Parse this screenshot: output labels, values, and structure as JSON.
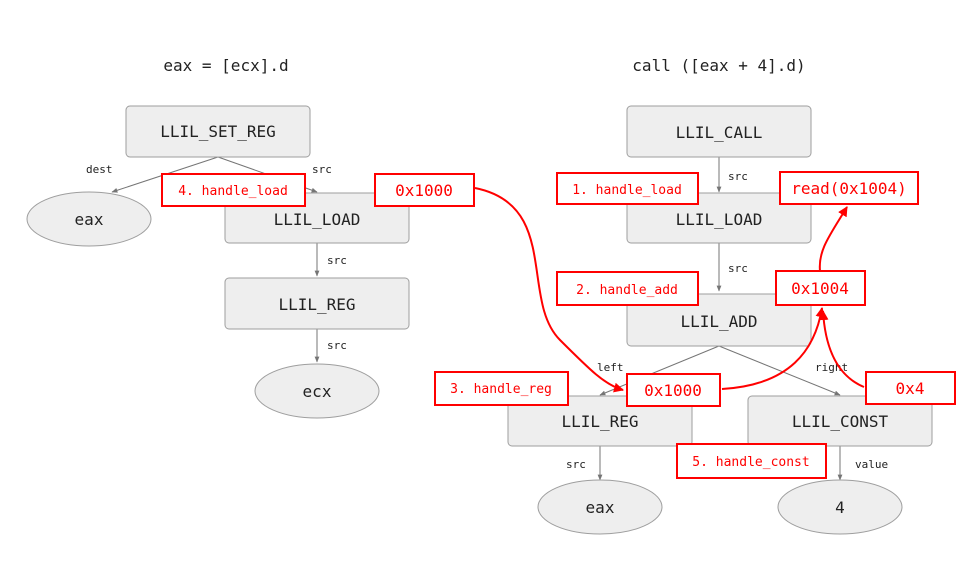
{
  "titles": {
    "left": "eax = [ecx].d",
    "right": "call ([eax + 4].d)"
  },
  "nodes": {
    "l_set_reg": "LLIL_SET_REG",
    "l_eax": "eax",
    "l_load": "LLIL_LOAD",
    "l_reg": "LLIL_REG",
    "l_ecx": "ecx",
    "r_call": "LLIL_CALL",
    "r_load": "LLIL_LOAD",
    "r_add": "LLIL_ADD",
    "r_reg": "LLIL_REG",
    "r_const": "LLIL_CONST",
    "r_eax": "eax",
    "r_four": "4"
  },
  "edge_labels": {
    "l_dest": "dest",
    "l_src1": "src",
    "l_src2": "src",
    "l_src3": "src",
    "r_src1": "src",
    "r_src2": "src",
    "r_left": "left",
    "r_right": "right",
    "r_src3": "src",
    "r_value": "value"
  },
  "annotations": {
    "l_handle_load": "4. handle_load",
    "l_value_load": "0x1000",
    "r_handle_load": "1. handle_load",
    "r_value_read": "read(0x1004)",
    "r_handle_add": "2. handle_add",
    "r_value_add": "0x1004",
    "r_handle_reg": "3. handle_reg",
    "r_value_reg": "0x1000",
    "r_value_const": "0x4",
    "r_handle_const": "5. handle_const"
  },
  "colors": {
    "node_fill": "#eeeeee",
    "node_stroke": "#9e9e9e",
    "edge": "#757575",
    "annotation": "#ff0000"
  }
}
